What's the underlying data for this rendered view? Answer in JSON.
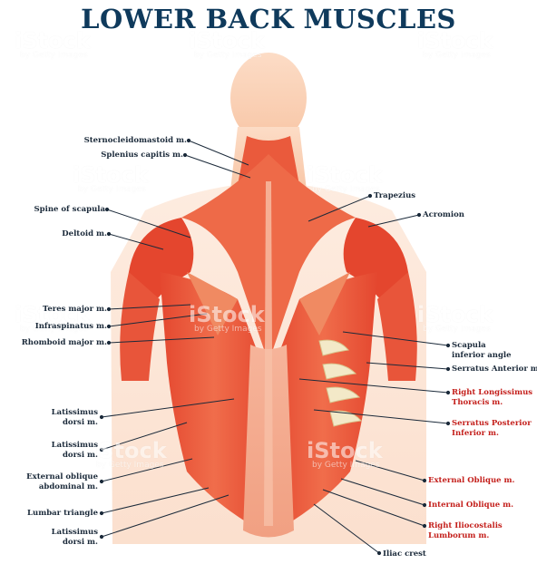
{
  "title": "LOWER BACK MUSCLES",
  "watermark": {
    "brand": "iStock",
    "sub": "by Getty Images"
  },
  "labels": {
    "sternocleidomastoid": "Sternocleidomastoid m.",
    "splenius": "Splenius capitis m.",
    "spine_scapula": "Spine of scapula",
    "deltoid": "Deltoid m.",
    "teres_major": "Teres major m.",
    "infraspinatus": "Infraspinatus m.",
    "rhomboid": "Rhomboid major m.",
    "latissimus1": "Latissimus\ndorsi m.",
    "latissimus2": "Latissimus\ndorsi m.",
    "external_oblique_abd": "External oblique\nabdominal m.",
    "lumbar_triangle": "Lumbar triangle",
    "latissimus3": "Latissimus\ndorsi m.",
    "trapezius": "Trapezius",
    "acromion": "Acromion",
    "scapula_angle": "Scapula\ninferior angle",
    "serratus_anterior": "Serratus Anterior m.",
    "right_longissimus": "Right Longissimus\nThoracis m.",
    "serratus_posterior": "Serratus Posterior\nInferior m.",
    "external_oblique": "External Oblique m.",
    "internal_oblique": "Internal Oblique m.",
    "right_iliocostalis": "Right Iliocostalis\nLumborum m.",
    "iliac_crest": "Iliac crest"
  },
  "colors": {
    "title": "#0f3a5c",
    "label": "#1b2a3a",
    "label_red": "#c4201c",
    "muscle": "#e8543a",
    "muscle_light": "#f08a62",
    "skin": "#fbd2b8",
    "bone": "#f3e9c8"
  }
}
